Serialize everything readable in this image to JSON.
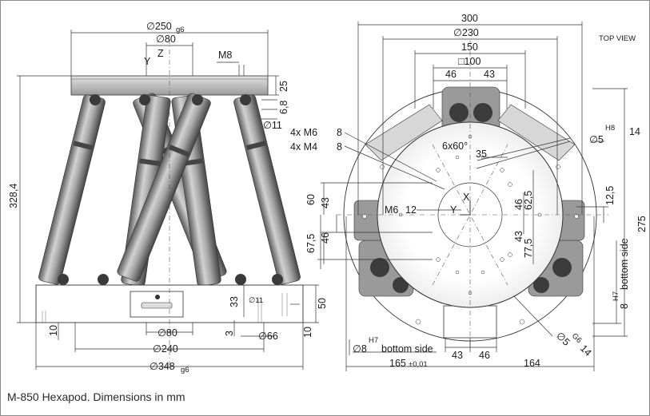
{
  "caption": "M-850 Hexapod. Dimensions in mm",
  "side_view": {
    "d_top_plate": "∅250",
    "d_top_plate_tol": "g6",
    "d_top_circle": "∅80",
    "axis_y": "Y",
    "axis_z": "Z",
    "thread": "M8",
    "plate_thickness": "25",
    "dim_6_8": "6,8",
    "d_11": "∅11",
    "height": "328,4",
    "base_h_33": "33",
    "base_d11": "∅11",
    "base_h_50": "50",
    "base_h_10_left": "10",
    "base_h_3": "3",
    "base_d66": "∅66",
    "base_h_10_right": "10",
    "base_d80": "∅80",
    "base_d240": "∅240",
    "base_d348": "∅348",
    "base_d348_tol": "g6"
  },
  "top_view": {
    "label": "TOP VIEW",
    "w300": "300",
    "d230": "∅230",
    "w150": "150",
    "sq100": "□100",
    "w46": "46",
    "w43": "43",
    "holes_m6": "4x M6",
    "holes_m6_depth": "8",
    "holes_m4": "4x M4",
    "holes_m4_depth": "8",
    "angle": "6x60°",
    "d35": "35",
    "pin_d5_top": "∅5",
    "pin_d5_top_tol": "H8",
    "pin_d5_top_depth": "14",
    "v60": "60",
    "v43": "43",
    "v46": "46",
    "v67_5": "67,5",
    "m6_center": "M6",
    "m6_center_depth": "12",
    "axis_x": "X",
    "axis_y": "Y",
    "r62_5": "62,5",
    "r46": "46",
    "r43": "43",
    "r77_5": "77,5",
    "r12_5": "12,5",
    "h275": "275",
    "bottom_side_right": "bottom side",
    "h8_right": "8",
    "h8_right_tol": "H7",
    "pin_d5_bottom": "∅5",
    "pin_d5_bottom_tol": "G6",
    "pin_d5_bottom_depth": "14",
    "d8_bottom": "∅8",
    "d8_bottom_tol": "H7",
    "bottom_side_left": "bottom side",
    "b43": "43",
    "b46": "46",
    "w165": "165",
    "w165_tol": "±0,01",
    "w164": "164"
  },
  "colors": {
    "metal": "#9a9a9a",
    "dark": "#3c3c3c",
    "light": "#d7d7d7",
    "line": "#333333"
  }
}
